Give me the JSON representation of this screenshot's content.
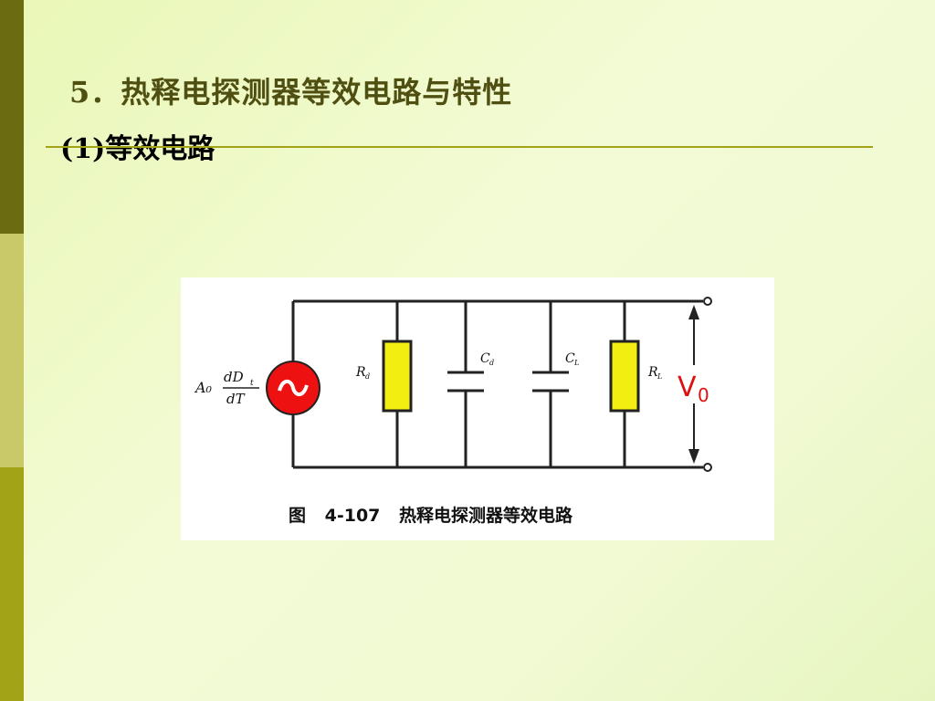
{
  "slide": {
    "title": "5．热释电探测器等效电路与特性",
    "subtitle": "(1)等效电路"
  },
  "figure": {
    "caption": "图 4-107  热释电探测器等效电路",
    "labels": {
      "source_coef": "A₀",
      "source_num": "dD",
      "source_num_sub": "t",
      "source_den": "dT",
      "rd": "R",
      "rd_sub": "d",
      "cd": "C",
      "cd_sub": "d",
      "cl": "C",
      "cl_sub": "L",
      "rl": "R",
      "rl_sub": "L",
      "vout": "V",
      "vout_sub": "0"
    },
    "colors": {
      "source_fill": "#ee1111",
      "resistor_fill": "#f2ee12",
      "wire": "#222222",
      "vout_text": "#dd1111"
    },
    "icons": {
      "source": "ac-source-icon",
      "resistor": "resistor-icon",
      "capacitor": "capacitor-icon",
      "terminal": "terminal-icon"
    }
  }
}
